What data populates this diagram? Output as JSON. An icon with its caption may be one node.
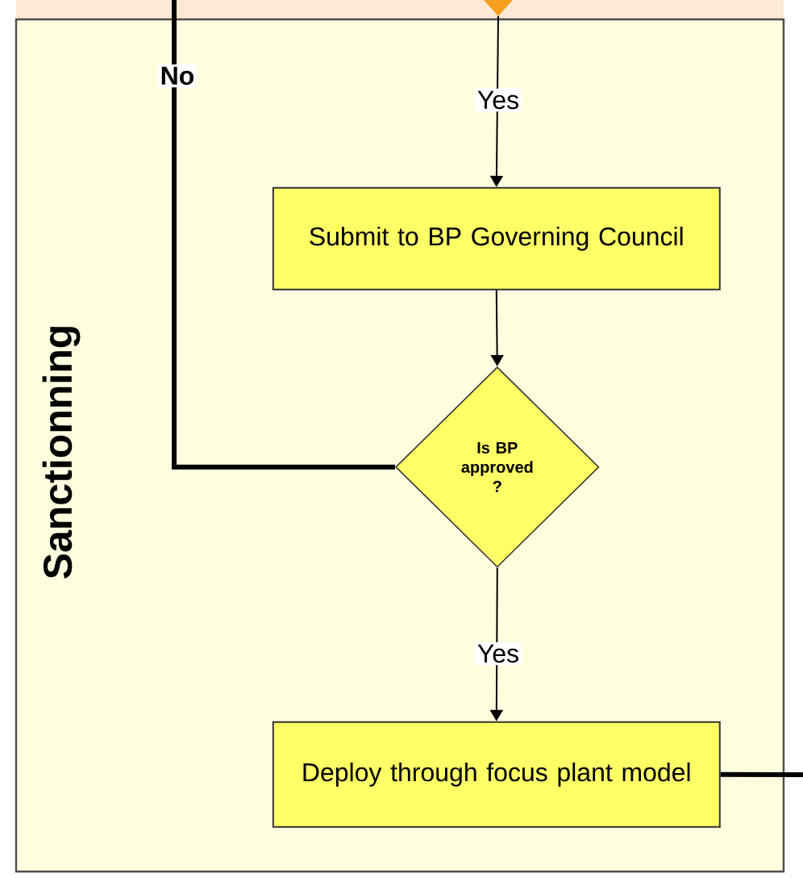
{
  "diagram": {
    "nodes": [
      {
        "text": [
          "Sanctionning"
        ]
      },
      {
        "text": [
          "Submit to BP Governing Council"
        ],
        "in": 0
      },
      {
        "text": [
          "Is BP approved ?"
        ],
        "in": 0
      },
      {
        "text": [
          "Deploy through focus plant model"
        ],
        "in": 0
      }
    ],
    "edges": [
      {
        "from": null,
        "to": 1,
        "arrow": "to",
        "label": "Yes"
      },
      {
        "from": 1,
        "to": 2,
        "arrow": "to"
      },
      {
        "from": 2,
        "to": 3,
        "arrow": "to",
        "label": "Yes"
      },
      {
        "from": 2,
        "to": null,
        "arrow": "none",
        "label": "No",
        "style": "thick"
      },
      {
        "from": 3,
        "to": null,
        "arrow": "none",
        "style": "thick"
      }
    ]
  }
}
